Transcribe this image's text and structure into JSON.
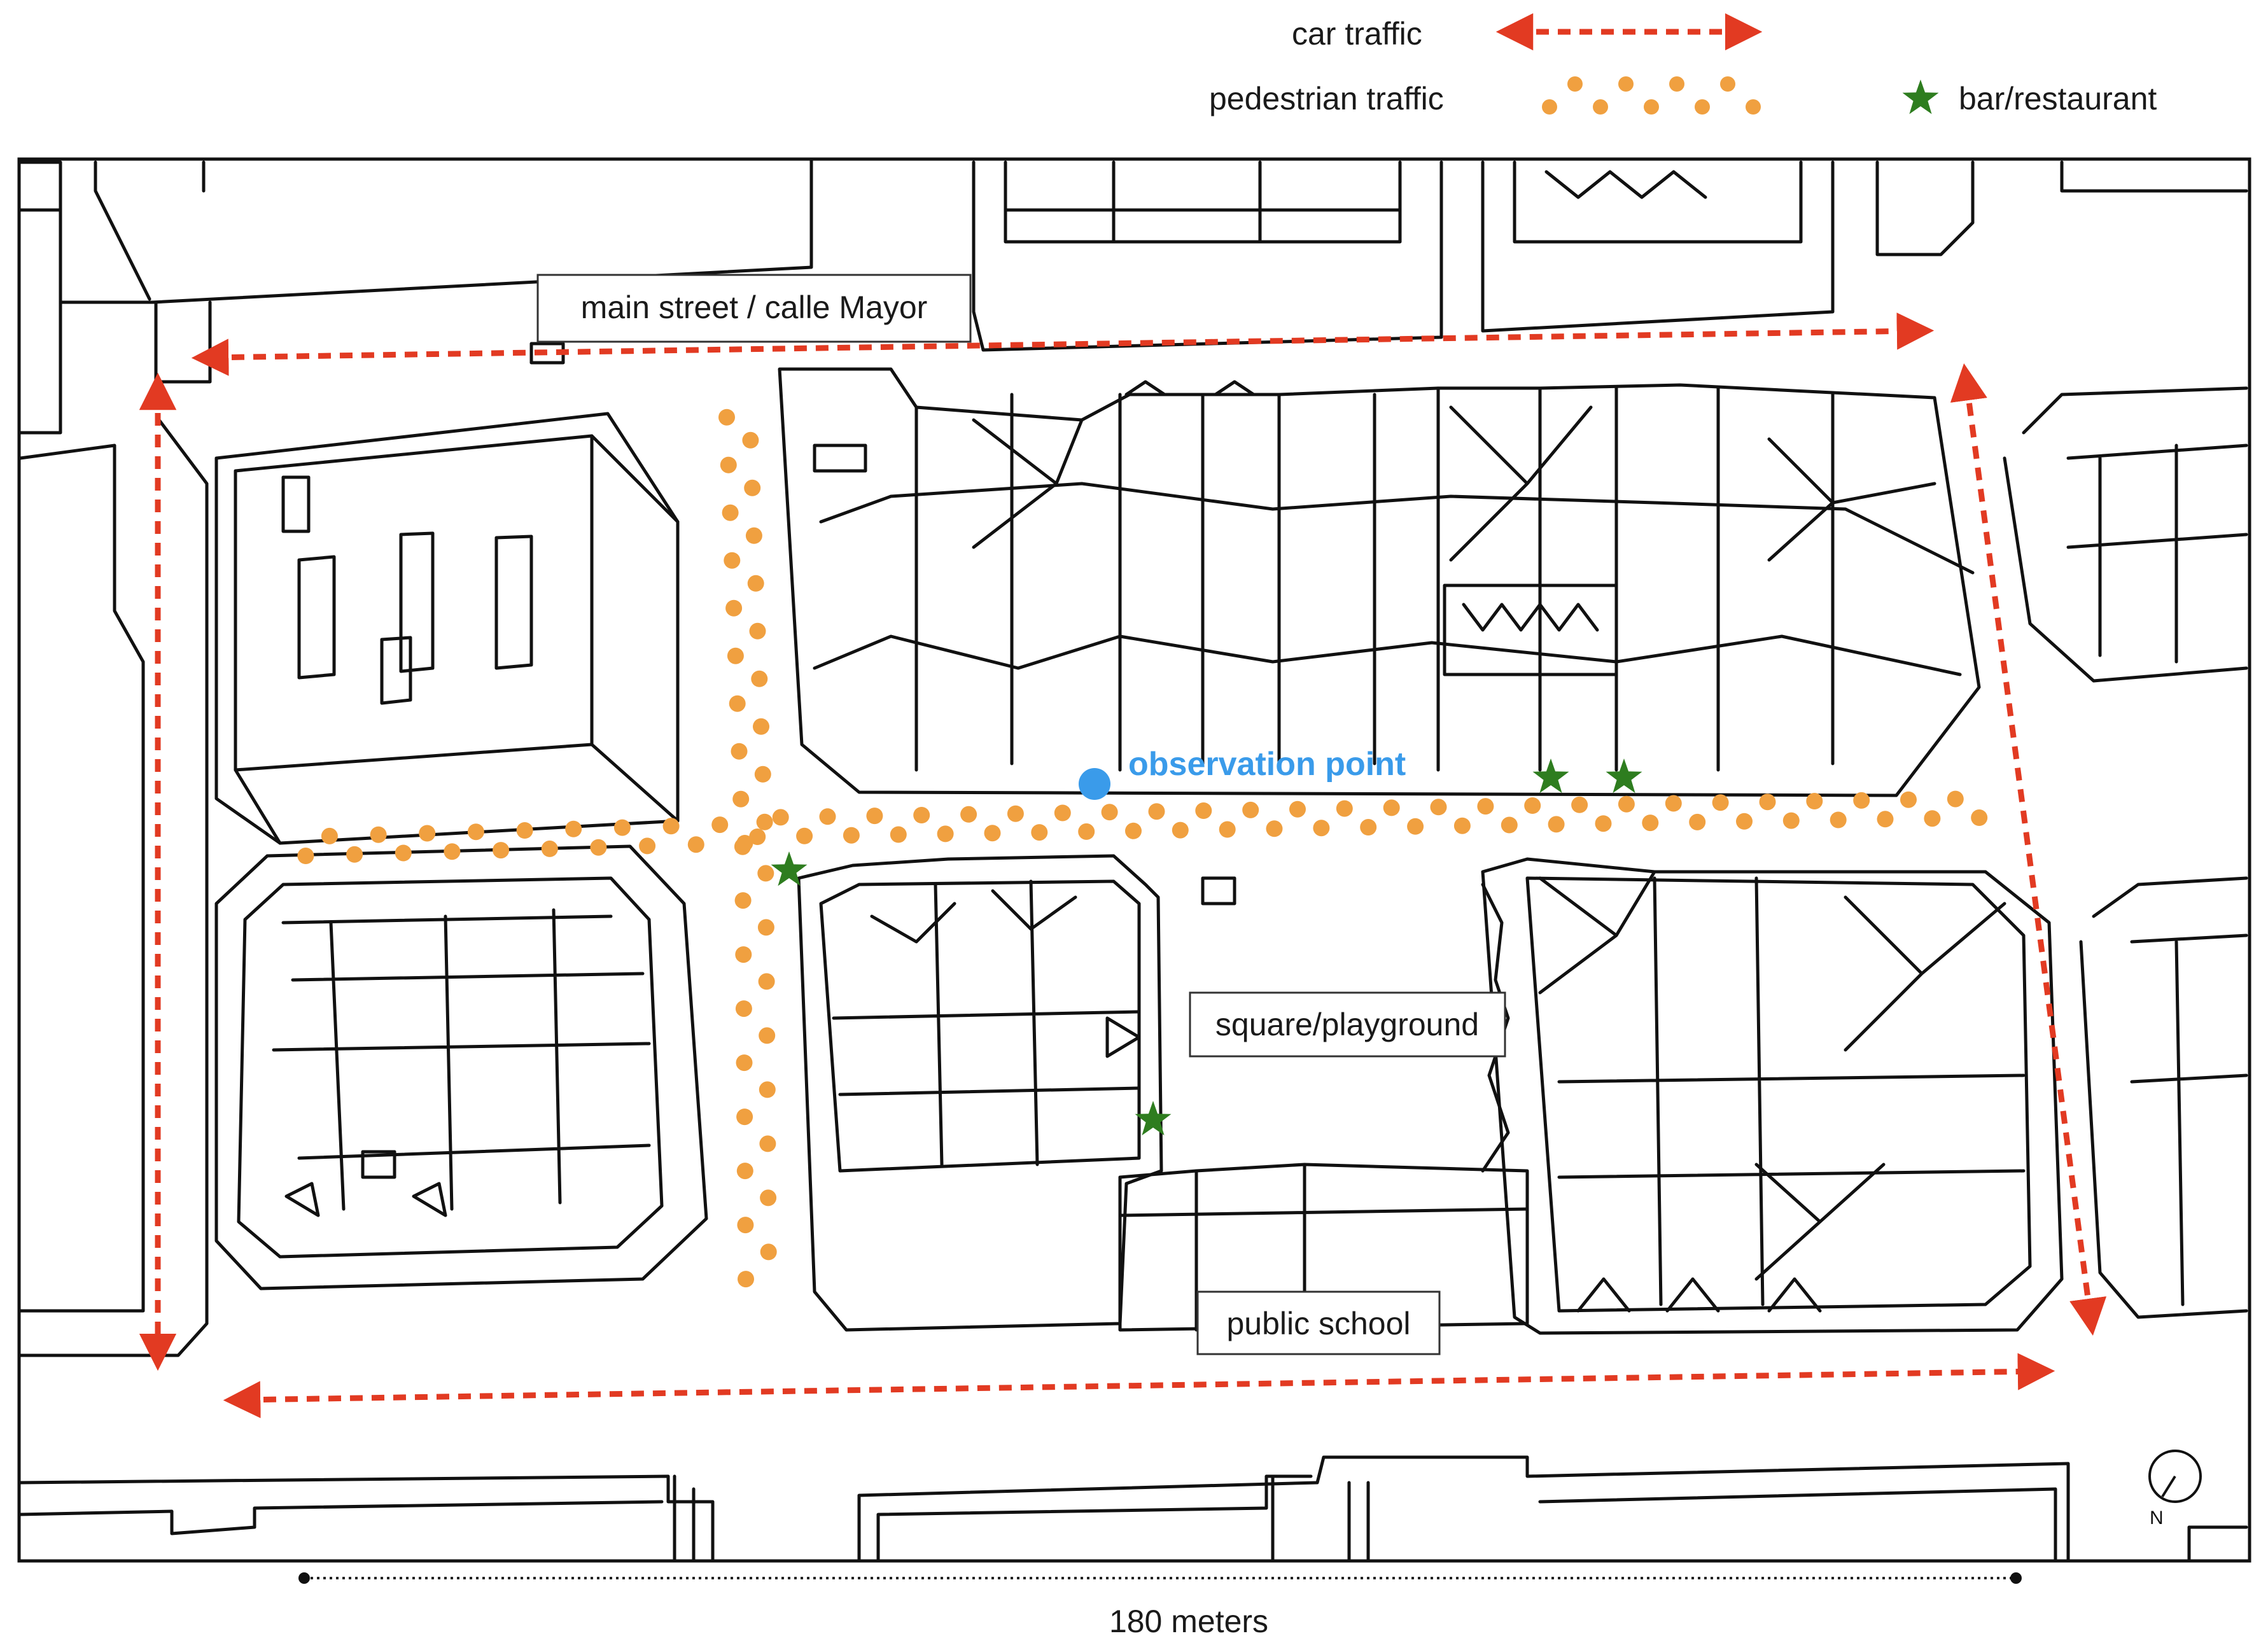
{
  "legend": {
    "car_label": "car traffic",
    "pedestrian_label": "pedestrian traffic",
    "bar_label": "bar/restaurant"
  },
  "labels": {
    "main_street": "main street / calle Mayor",
    "observation_point": "observation point",
    "square": "square/playground",
    "school": "public school",
    "north": "N"
  },
  "scale": {
    "label": "180 meters"
  },
  "colors": {
    "car": "#e23a22",
    "pedestrian": "#f0a040",
    "bar": "#2e7d1f",
    "observation": "#3a9bea",
    "outline": "#111111"
  },
  "icons": {
    "bar": "star-icon",
    "observation": "dot-icon",
    "north": "compass-icon"
  }
}
